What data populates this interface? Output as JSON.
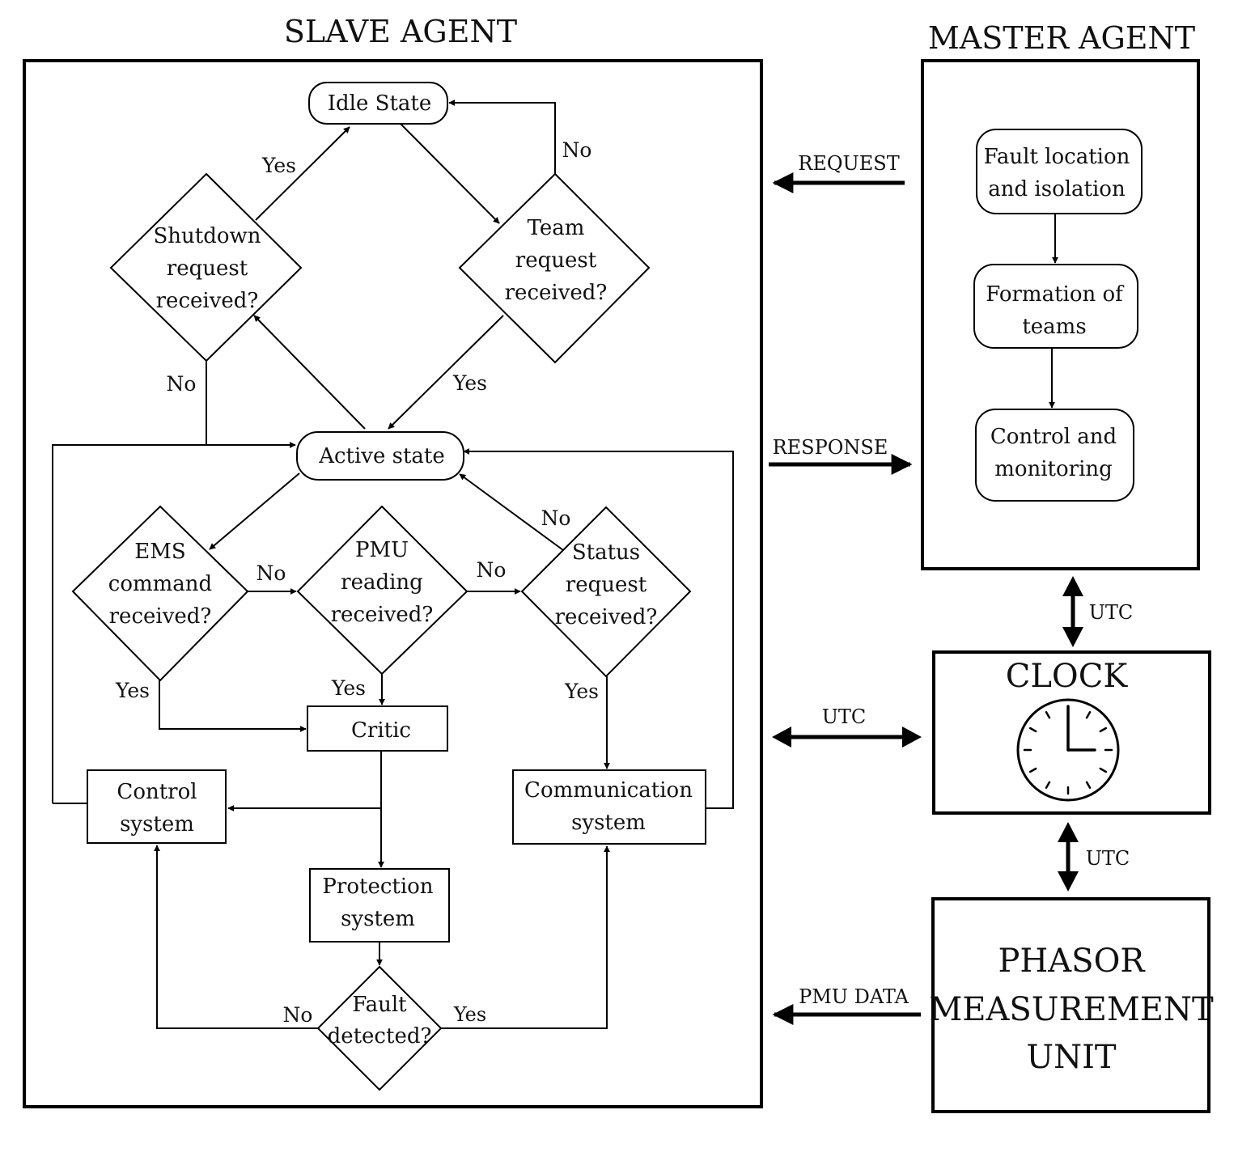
{
  "titles": {
    "slave": "SLAVE AGENT",
    "master": "MASTER AGENT"
  },
  "nodes": {
    "idle": "Idle State",
    "shutdown": [
      "Shutdown",
      "request",
      "received?"
    ],
    "team": [
      "Team",
      "request",
      "received?"
    ],
    "active": "Active state",
    "ems": [
      "EMS",
      "command",
      "received?"
    ],
    "pmu_reading": [
      "PMU",
      "reading",
      "received?"
    ],
    "status": [
      "Status",
      "request",
      "received?"
    ],
    "critic": "Critic",
    "control": [
      "Control",
      "system"
    ],
    "communication": [
      "Communication",
      "system"
    ],
    "protection": [
      "Protection",
      "system"
    ],
    "fault": [
      "Fault",
      "detected?"
    ]
  },
  "master_steps": {
    "fault_location": [
      "Fault location",
      "and isolation"
    ],
    "formation": [
      "Formation of",
      "teams"
    ],
    "control_monitoring": [
      "Control and",
      "monitoring"
    ]
  },
  "clock": {
    "label": "CLOCK"
  },
  "pmu_unit": {
    "lines": [
      "PHASOR",
      "MEASUREMENT",
      "UNIT"
    ]
  },
  "edge_labels": {
    "yes": "Yes",
    "no": "No"
  },
  "links": {
    "request": "REQUEST",
    "response": "RESPONSE",
    "utc": "UTC",
    "pmu_data": "PMU DATA"
  }
}
